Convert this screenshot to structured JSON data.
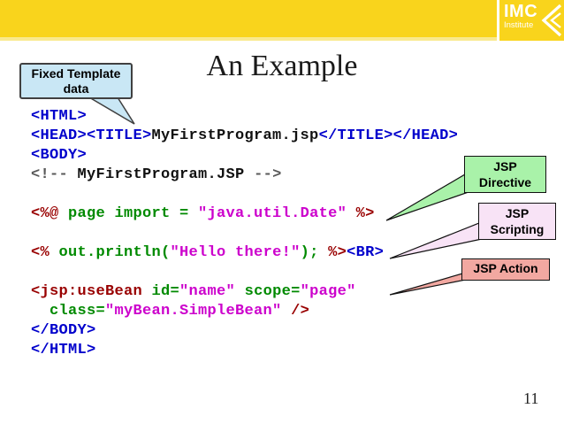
{
  "header": {
    "logo_title": "IMC",
    "logo_subtitle": "Institute",
    "bar_color": "#f9d41c",
    "bar_edge_color": "#f9e98e"
  },
  "slide": {
    "title": "An Example",
    "page_number": "11"
  },
  "callouts": {
    "fixed_template": {
      "line1": "Fixed Template",
      "line2": "data",
      "color": "#c9e7f5"
    },
    "directive": {
      "line1": "JSP",
      "line2": "Directive",
      "color": "#a9f2a9"
    },
    "scripting": {
      "line1": "JSP",
      "line2": "Scripting",
      "color": "#f8e3f6"
    },
    "action": {
      "label": "JSP Action",
      "color": "#f2a8a1"
    }
  },
  "colors": {
    "blue": "#0000cc",
    "green": "#008a00",
    "magenta": "#cc00cc",
    "red": "#990000",
    "gray": "#595959",
    "black": "#111111"
  },
  "code": {
    "lines": [
      [
        {
          "t": "<HTML>",
          "c": "blue"
        }
      ],
      [
        {
          "t": "<HEAD><TITLE>",
          "c": "blue"
        },
        {
          "t": "MyFirstProgram.jsp",
          "c": "black"
        },
        {
          "t": "</TITLE></HEAD>",
          "c": "blue"
        }
      ],
      [
        {
          "t": "<BODY>",
          "c": "blue"
        }
      ],
      [
        {
          "t": "<!--",
          "c": "gray"
        },
        {
          "t": " MyFirstProgram.JSP ",
          "c": "black"
        },
        {
          "t": "-->",
          "c": "gray"
        }
      ],
      [],
      [
        {
          "t": "<%@",
          "c": "red"
        },
        {
          "t": " page import = ",
          "c": "green"
        },
        {
          "t": "\"java.util.Date\"",
          "c": "magenta"
        },
        {
          "t": " ",
          "c": "green"
        },
        {
          "t": "%>",
          "c": "red"
        }
      ],
      [],
      [
        {
          "t": "<%",
          "c": "red"
        },
        {
          "t": " out.println(",
          "c": "green"
        },
        {
          "t": "\"Hello there!\"",
          "c": "magenta"
        },
        {
          "t": "); ",
          "c": "green"
        },
        {
          "t": "%>",
          "c": "red"
        },
        {
          "t": "<BR>",
          "c": "blue"
        }
      ],
      [],
      [
        {
          "t": "<jsp:useBean",
          "c": "red"
        },
        {
          "t": " id=",
          "c": "green"
        },
        {
          "t": "\"name\"",
          "c": "magenta"
        },
        {
          "t": " scope=",
          "c": "green"
        },
        {
          "t": "\"page\"",
          "c": "magenta"
        }
      ],
      [
        {
          "t": "  class=",
          "c": "green"
        },
        {
          "t": "\"myBean.SimpleBean\"",
          "c": "magenta"
        },
        {
          "t": " ",
          "c": "black"
        },
        {
          "t": "/>",
          "c": "red"
        }
      ],
      [
        {
          "t": "</BODY>",
          "c": "blue"
        }
      ],
      [
        {
          "t": "</HTML>",
          "c": "blue"
        }
      ]
    ]
  }
}
